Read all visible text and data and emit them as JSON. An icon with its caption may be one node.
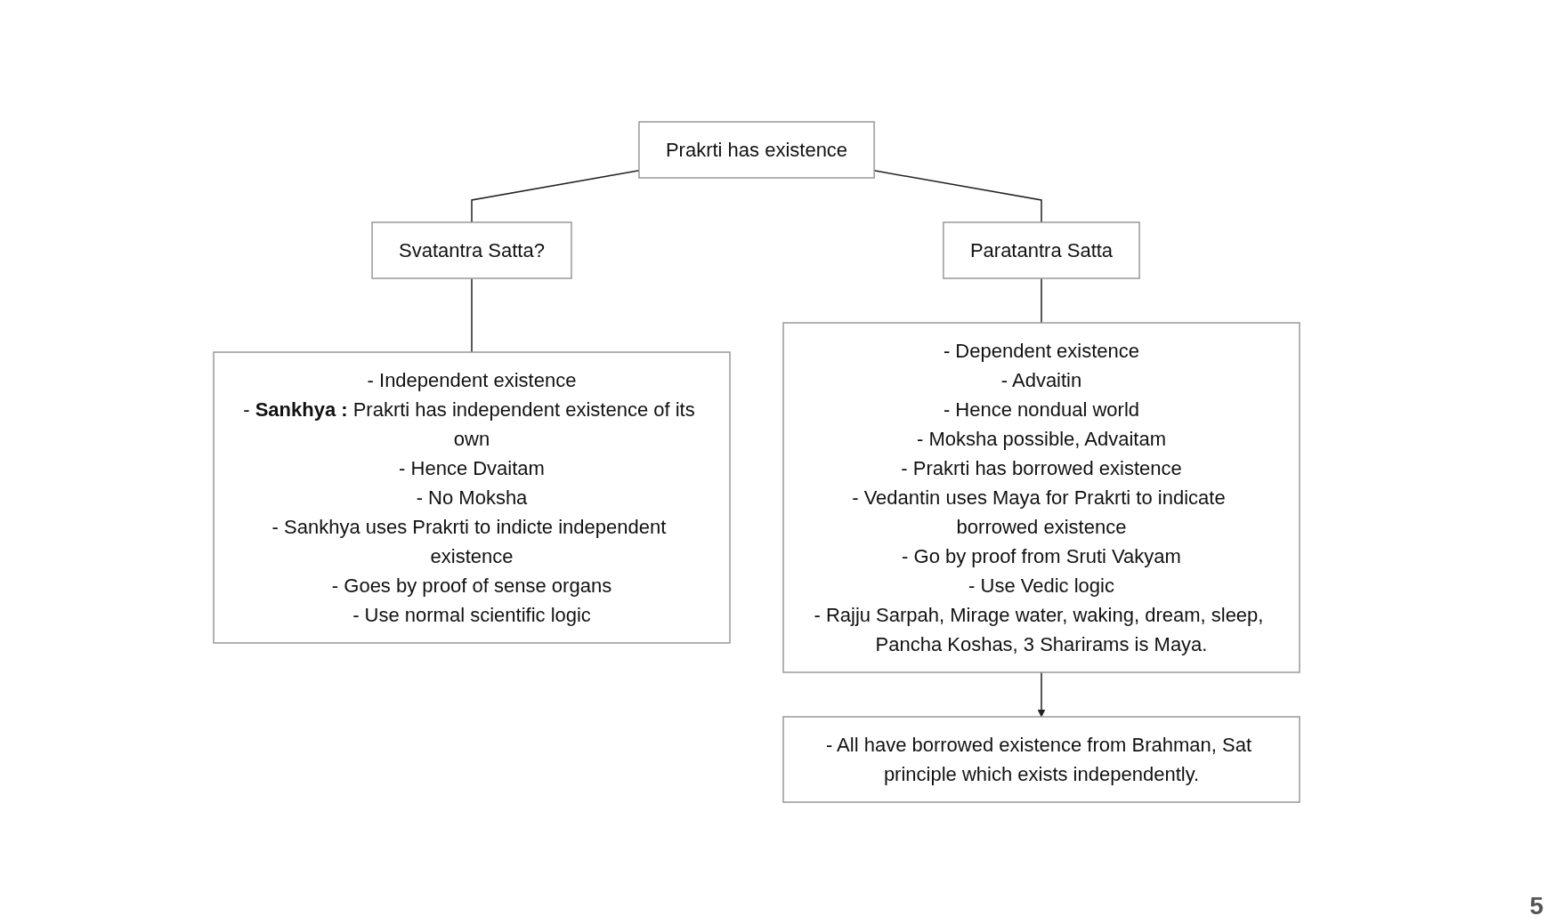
{
  "diagram": {
    "nodes": [
      {
        "text": [
          "Prakrti has existence"
        ]
      },
      {
        "text": [
          "Svatantra Satta?"
        ]
      },
      {
        "text": [
          "Paratantra Satta"
        ]
      },
      {
        "text": [
          "- Independent existence",
          "- **Sankhya :** Prakrti has independent existence of its own",
          "- Hence Dvaitam",
          "- No Moksha",
          "- Sankhya uses Prakrti to indicte independent existence",
          "- Goes by proof of sense organs",
          "- Use normal scientific logic"
        ]
      },
      {
        "text": [
          "- Dependent existence",
          "- Advaitin",
          "- Hence nondual world",
          "- Moksha possible, Advaitam",
          "- Prakrti has borrowed existence",
          "- Vedantin uses Maya for Prakrti to indicate borrowed existence",
          "- Go by proof from Sruti Vakyam",
          "- Use Vedic logic",
          "- Rajju Sarpah, Mirage water, waking, dream, sleep, Pancha Koshas, 3 Sharirams is Maya."
        ]
      },
      {
        "text": [
          "- All have borrowed existence from Brahman, Sat principle which exists independently."
        ]
      }
    ],
    "edges": [
      {
        "from": 0,
        "to": 1,
        "arrow": "none"
      },
      {
        "from": 0,
        "to": 2,
        "arrow": "none"
      },
      {
        "from": 1,
        "to": 3,
        "arrow": "none"
      },
      {
        "from": 2,
        "to": 4,
        "arrow": "none"
      },
      {
        "from": 4,
        "to": 5,
        "arrow": "to"
      }
    ],
    "labels": [
      "5"
    ]
  }
}
